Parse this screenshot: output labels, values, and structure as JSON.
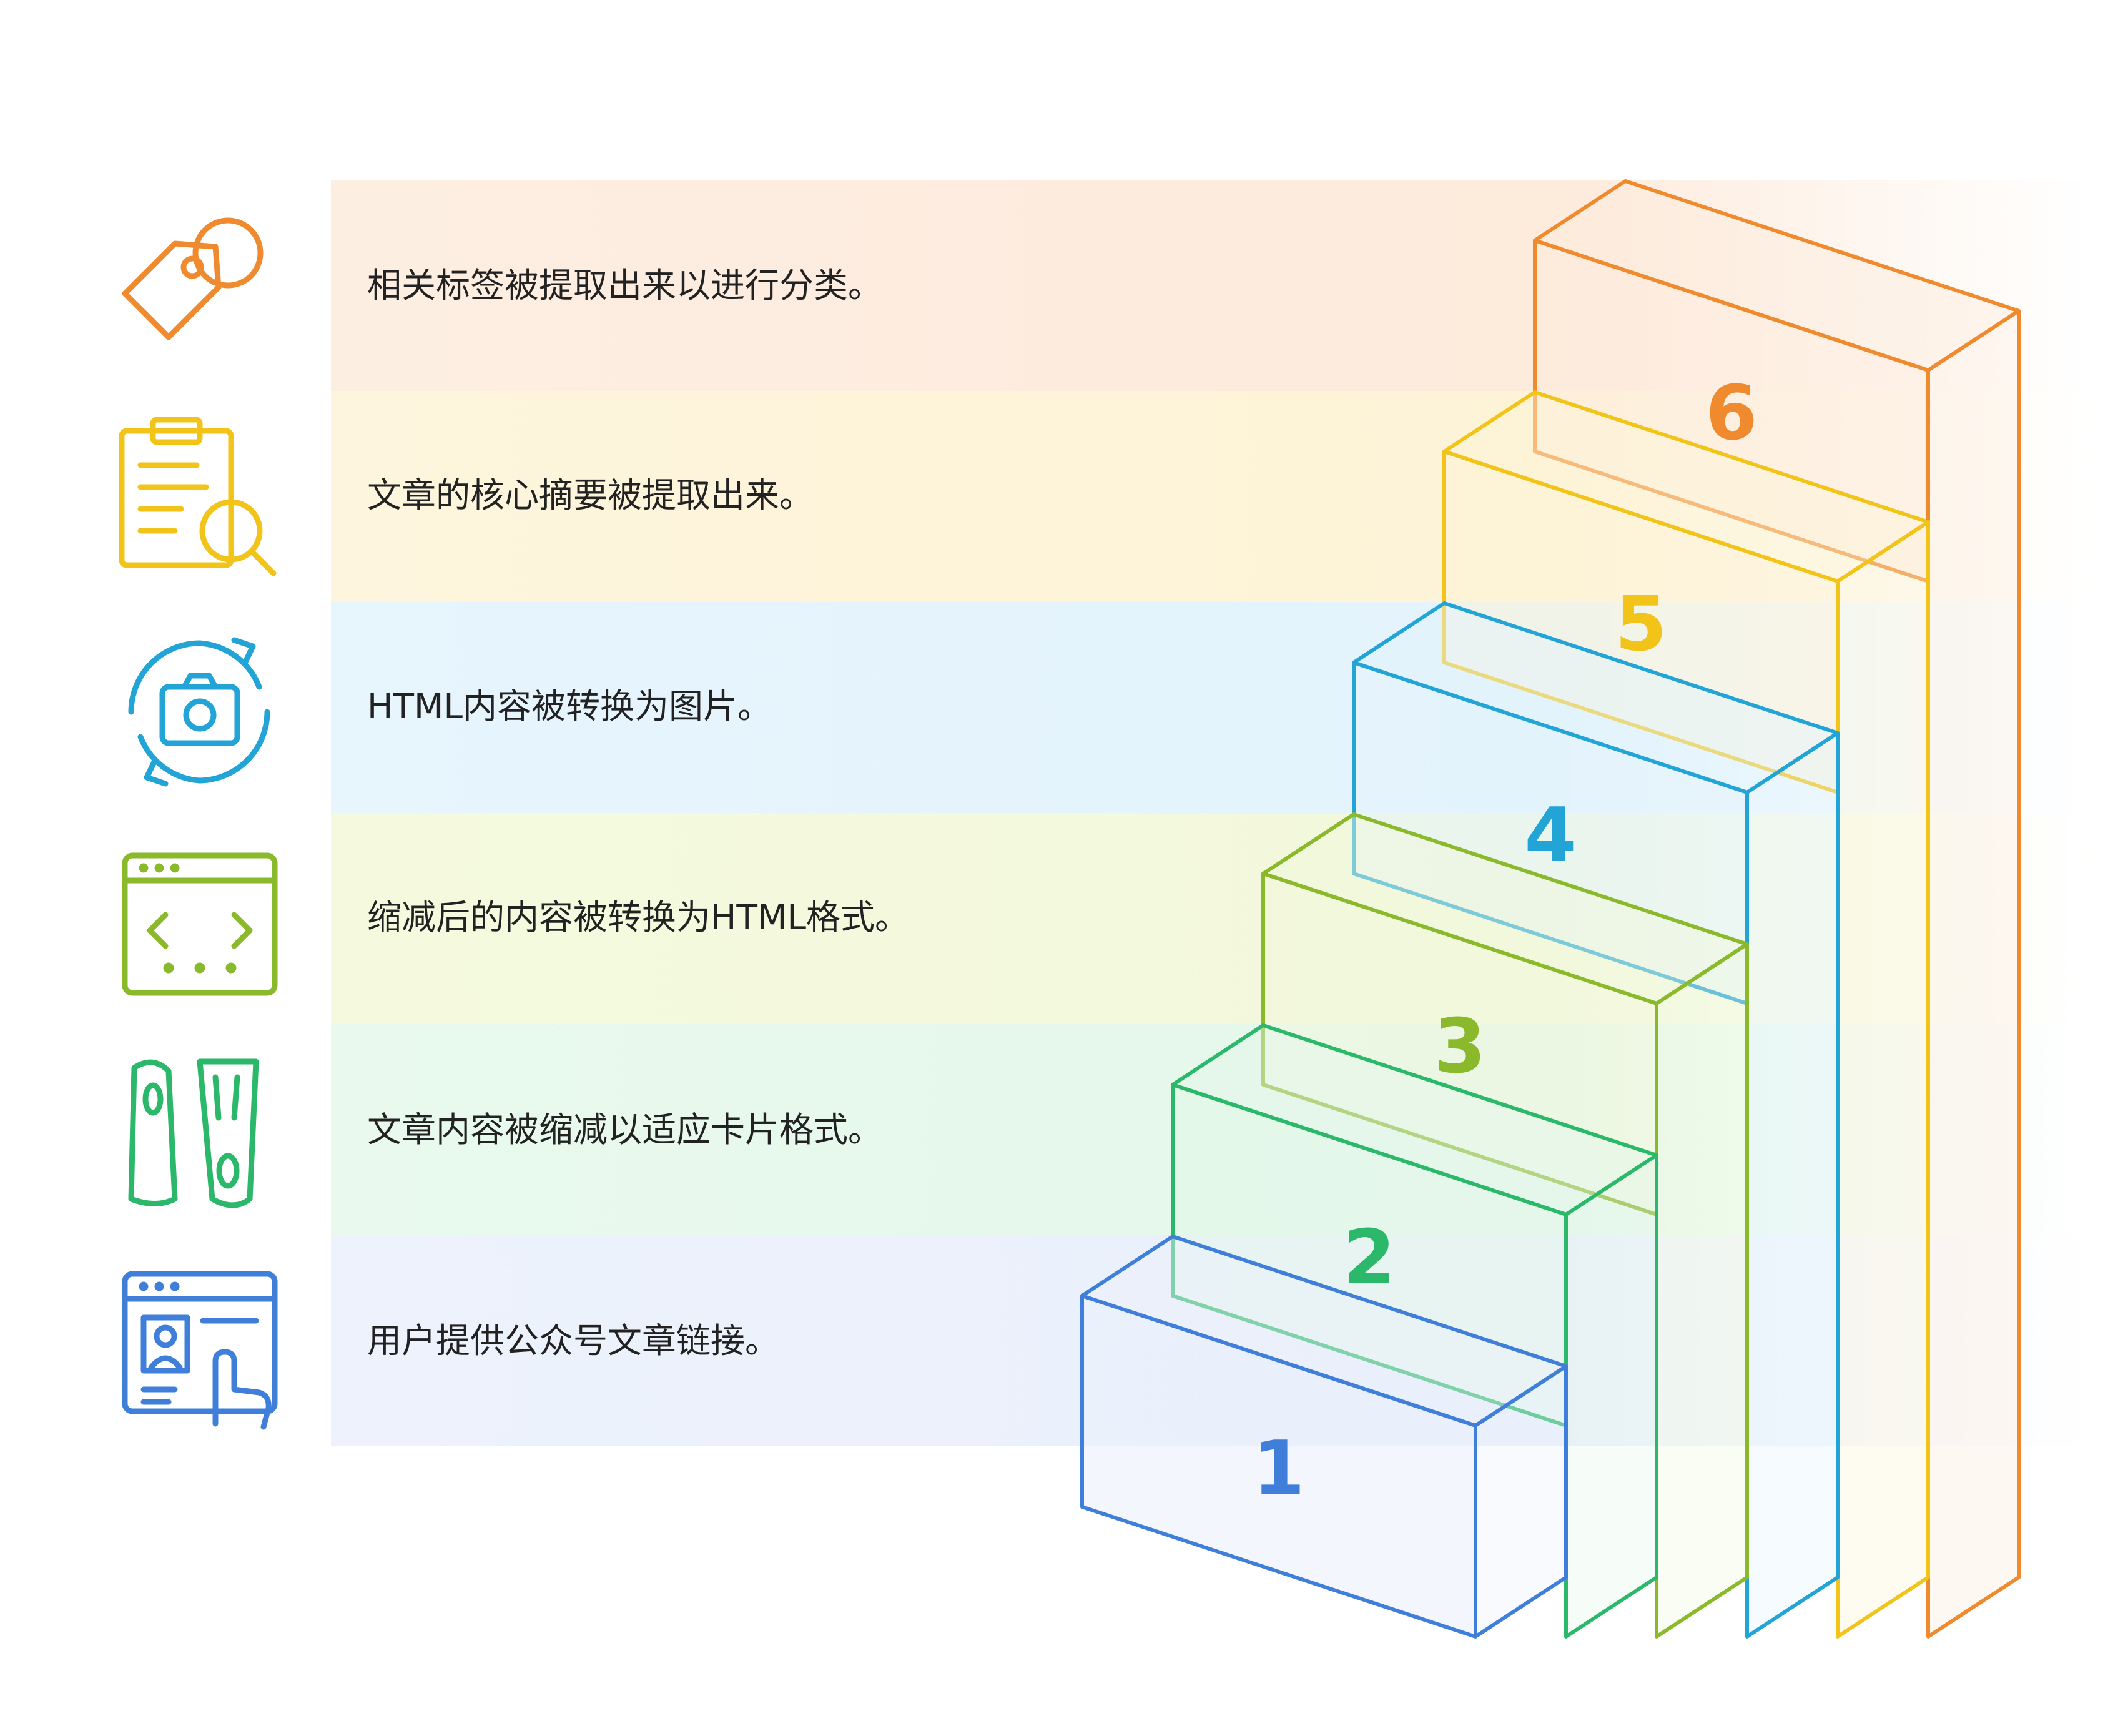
{
  "steps": [
    {
      "number": "6",
      "label": "相关标签被提取出来以进行分类。",
      "color": "#f08a2e",
      "band": "#fdebdc",
      "icon": "tag-icon"
    },
    {
      "number": "5",
      "label": "文章的核心摘要被提取出来。",
      "color": "#f2c419",
      "band": "#fdf3d7",
      "icon": "clipboard-search-icon"
    },
    {
      "number": "4",
      "label": "HTML内容被转换为图片。",
      "color": "#22a4d6",
      "band": "#e3f3fc",
      "icon": "camera-refresh-icon"
    },
    {
      "number": "3",
      "label": "缩减后的内容被转换为HTML格式。",
      "color": "#8ab92c",
      "band": "#f2f8dc",
      "icon": "code-window-icon"
    },
    {
      "number": "2",
      "label": "文章内容被缩减以适应卡片格式。",
      "color": "#2bb86a",
      "band": "#e4f7ea",
      "icon": "cards-compress-icon"
    },
    {
      "number": "1",
      "label": "用户提供公众号文章链接。",
      "color": "#3f7fd9",
      "band": "#eaf0fb",
      "icon": "profile-click-icon"
    }
  ]
}
